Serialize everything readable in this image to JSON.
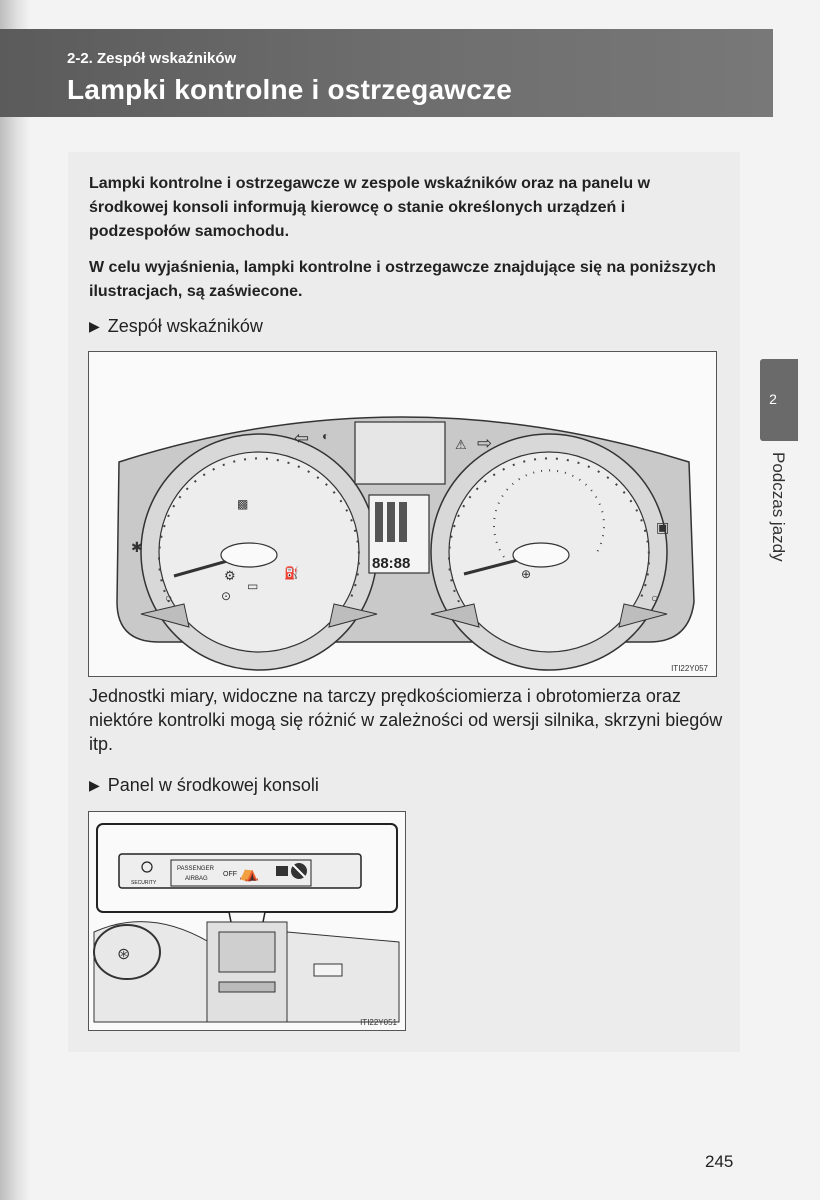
{
  "header": {
    "section_label": "2-2. Zespół wskaźników",
    "title": "Lampki kontrolne i ostrzegawcze"
  },
  "intro": {
    "paragraph1": "Lampki kontrolne i ostrzegawcze w zespole wskaźników oraz na panelu w środkowej konsoli informują kierowcę o stanie określonych urządzeń i podzespołów samochodu.",
    "paragraph2": "W celu wyjaśnienia, lampki kontrolne i ostrzegawcze znajdujące się na poniższych ilustracjach, są zaświecone."
  },
  "section_cluster": {
    "heading": "Zespół wskaźników",
    "figure_code": "ITI22Y057",
    "display_clock": "88:88"
  },
  "note": {
    "text": "Jednostki miary, widoczne na tarczy prędkościomierza i obrotomierza oraz niektóre kontrolki mogą się różnić w zależności od wersji silnika, skrzyni biegów itp."
  },
  "section_console": {
    "heading": "Panel w środkowej konsoli",
    "figure_code": "ITI22Y051",
    "security_label": "SECURITY",
    "passenger_label": "PASSENGER",
    "airbag_label": "AIRBAG",
    "off_label": "OFF"
  },
  "side_tab": {
    "number": "2",
    "label": "Podczas jazdy"
  },
  "page_number": "245",
  "icons": [
    "triangle-bullet-icon",
    "turn-signal-left-icon",
    "turn-signal-right-icon",
    "headlight-icon",
    "seatbelt-icon",
    "airbag-icon",
    "check-engine-icon",
    "oil-pressure-icon",
    "battery-icon",
    "brake-warning-icon",
    "fuel-icon",
    "door-open-icon",
    "toyota-logo-icon"
  ]
}
